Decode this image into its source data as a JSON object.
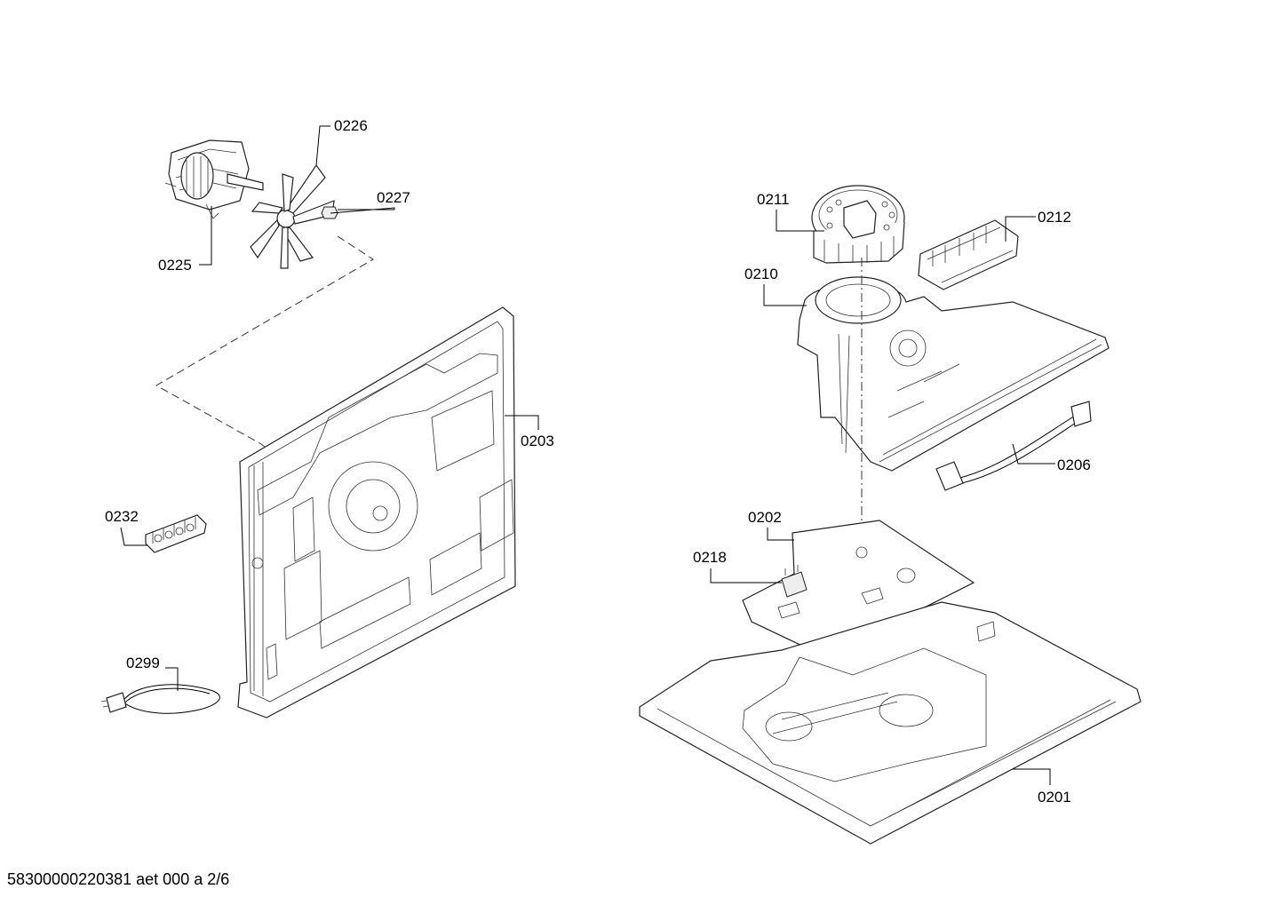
{
  "parts": {
    "p0201": "0201",
    "p0202": "0202",
    "p0203": "0203",
    "p0206": "0206",
    "p0210": "0210",
    "p0211": "0211",
    "p0212": "0212",
    "p0218": "0218",
    "p0225": "0225",
    "p0226": "0226",
    "p0227": "0227",
    "p0232": "0232",
    "p0299": "0299"
  },
  "footer": "58300000220381 aet 000 a 2/6"
}
